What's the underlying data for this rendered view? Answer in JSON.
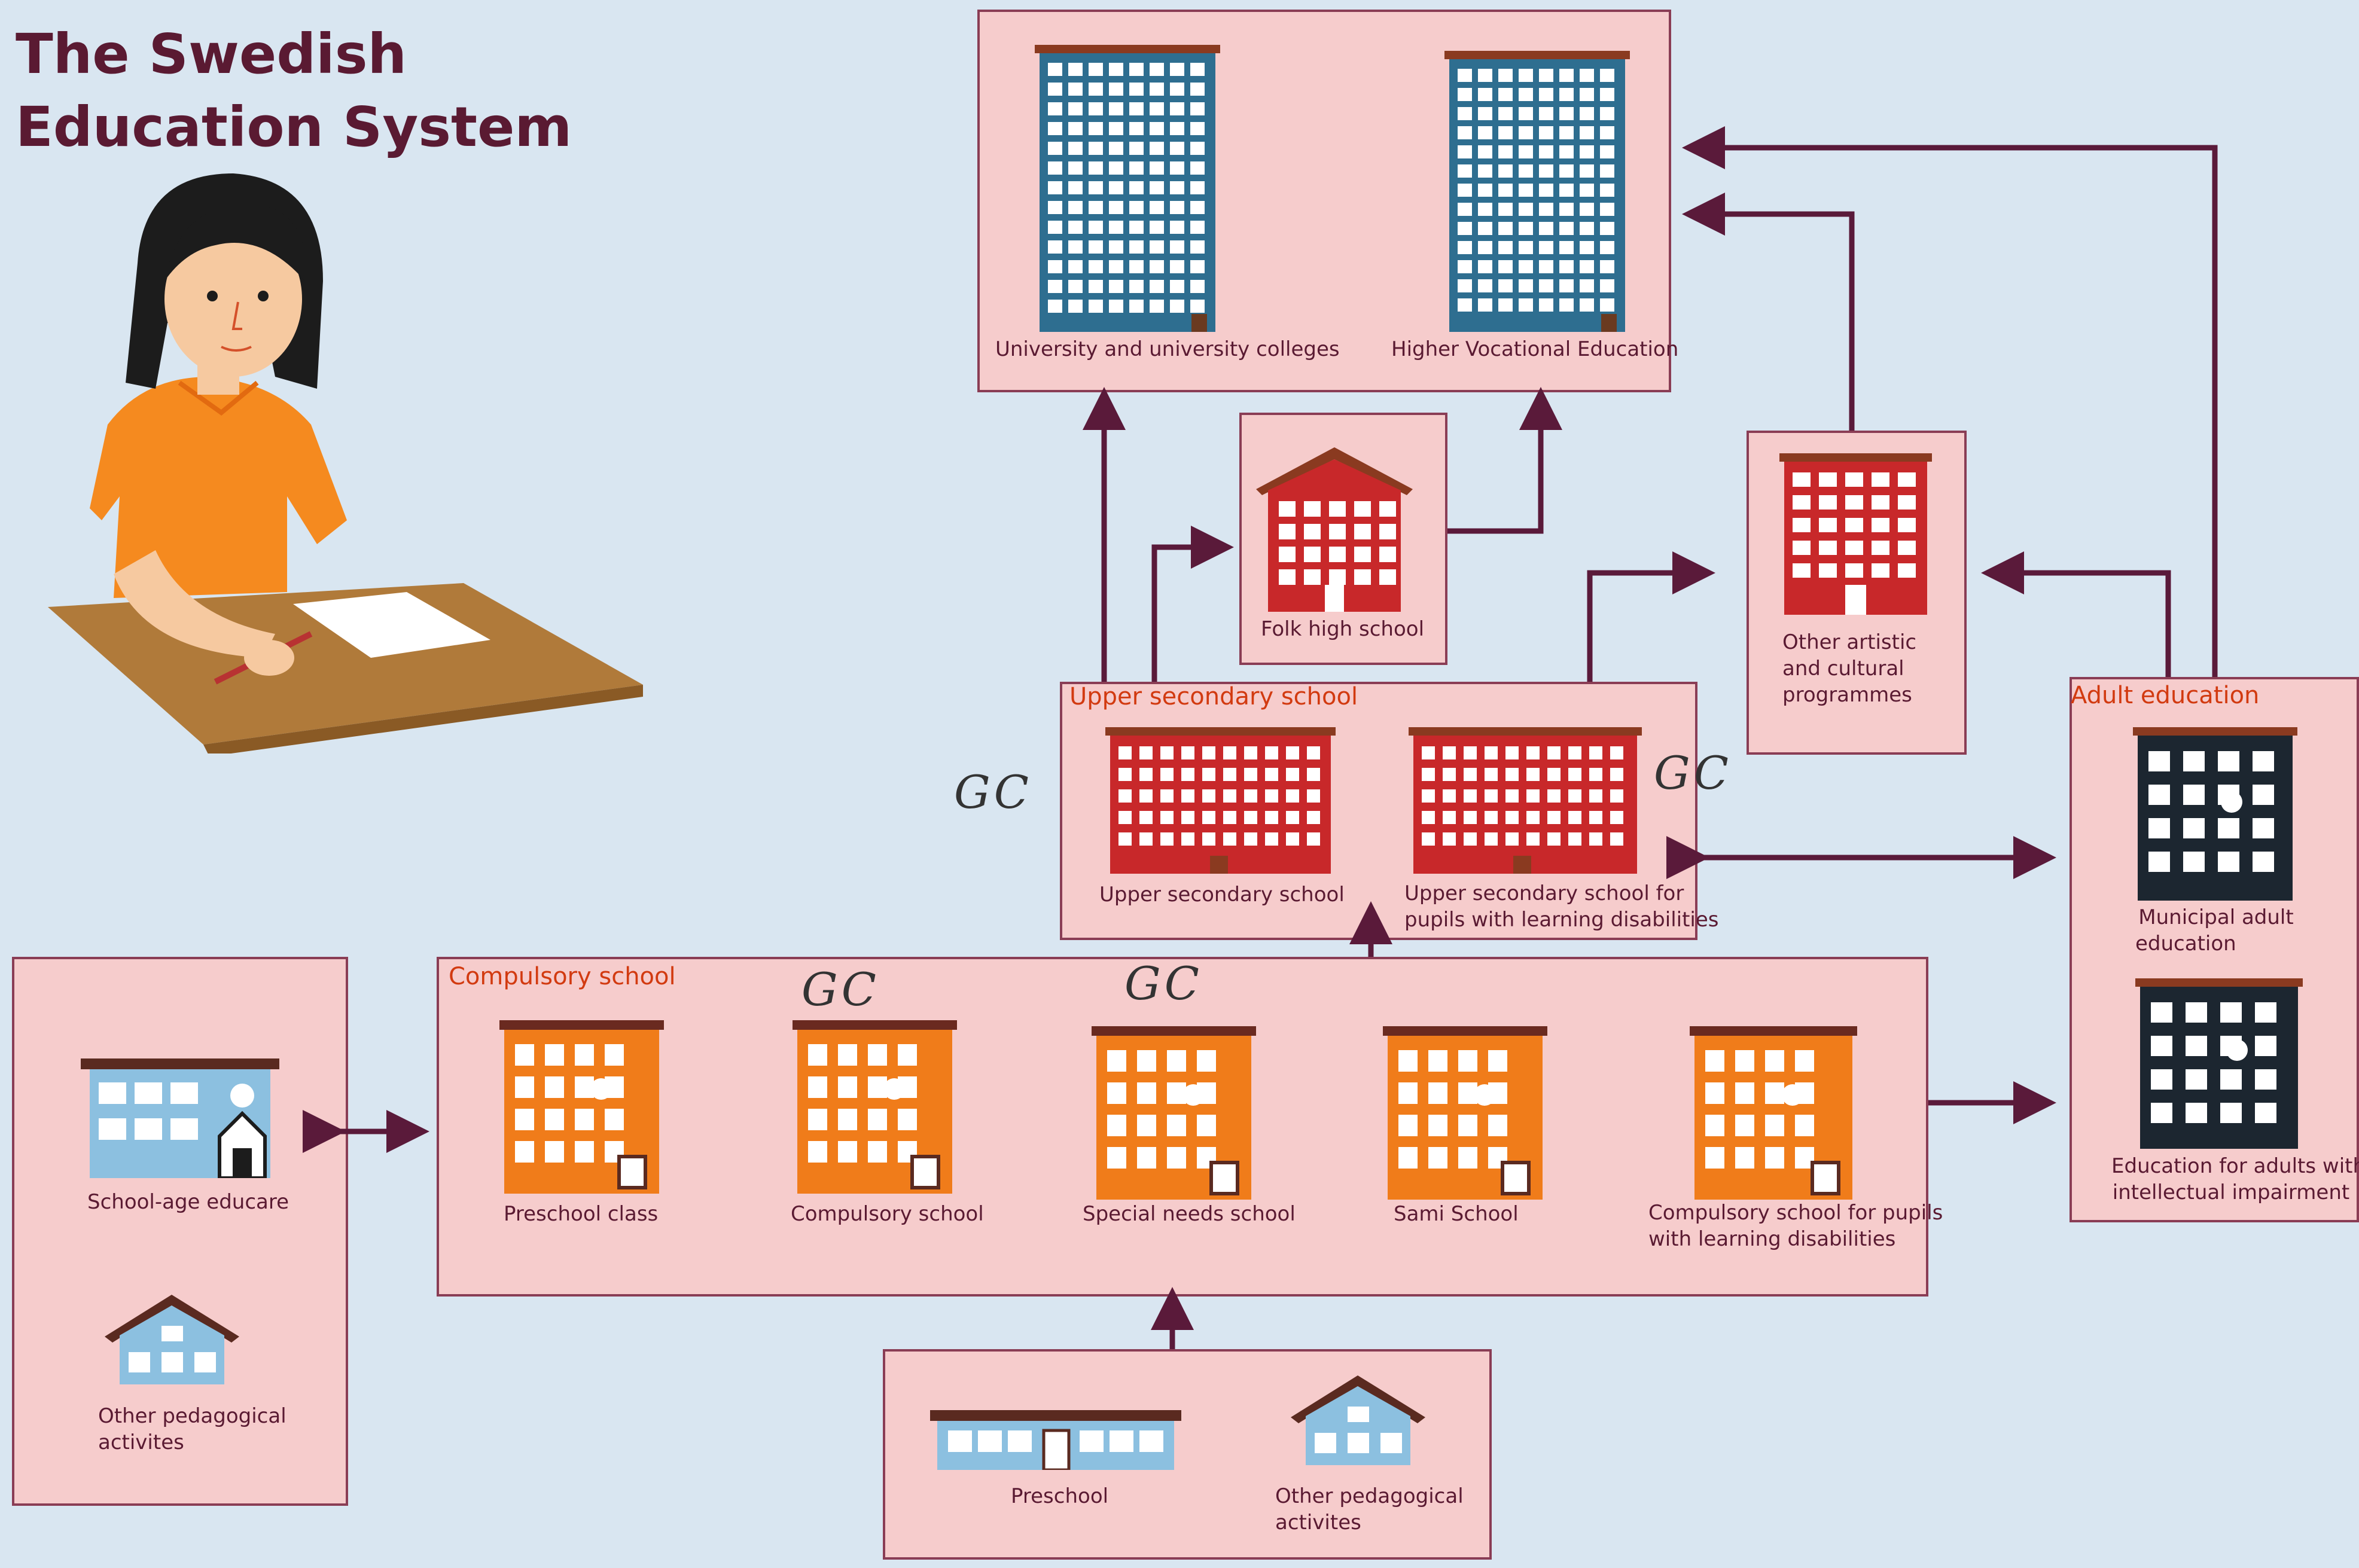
{
  "title": {
    "line1": "The Swedish",
    "line2": "Education System"
  },
  "higher_ed": {
    "university": "University and university colleges",
    "vocational": "Higher Vocational Education"
  },
  "folk_high_school": "Folk high school",
  "other_artistic": {
    "line1": "Other artistic",
    "line2": "and cultural",
    "line3": "programmes"
  },
  "upper_secondary": {
    "title": "Upper secondary school",
    "school": "Upper secondary school",
    "ld_line1": "Upper secondary school for",
    "ld_line2": "pupils with learning disabilities"
  },
  "adult_education": {
    "title": "Adult education",
    "municipal_line1": "Municipal adult",
    "municipal_line2": "education",
    "ii_line1": "Education for adults with",
    "ii_line2": "intellectual impairment"
  },
  "compulsory": {
    "title": "Compulsory school",
    "preschool_class": "Preschool class",
    "compulsory_school": "Compulsory school",
    "special_needs": "Special needs school",
    "sami": "Sami School",
    "ld_line1": "Compulsory school for pupils",
    "ld_line2": "with learning disabilities"
  },
  "school_age": {
    "educare": "School-age educare",
    "other_line1": "Other pedagogical",
    "other_line2": "activites"
  },
  "preschool": {
    "preschool": "Preschool",
    "other_line1": "Other pedagogical",
    "other_line2": "activites"
  },
  "handwritten": {
    "note": "GC"
  },
  "colors": {
    "background": "#d9e6f1",
    "box_fill": "#f6cccc",
    "box_border": "#8a3d55",
    "arrow": "#5a1a3a",
    "higher_ed_building": "#2e6e90",
    "folk_building": "#c8282a",
    "compulsory_building": "#f07c1a",
    "adult_building": "#1c2630",
    "light_building": "#8cc0e0",
    "section_title": "#d23a10"
  },
  "icons": [
    "girl-writing-illustration",
    "tall-building-icon",
    "red-house-icon",
    "orange-school-icon",
    "dark-building-icon",
    "blue-educare-icon",
    "small-house-icon",
    "long-preschool-icon"
  ]
}
